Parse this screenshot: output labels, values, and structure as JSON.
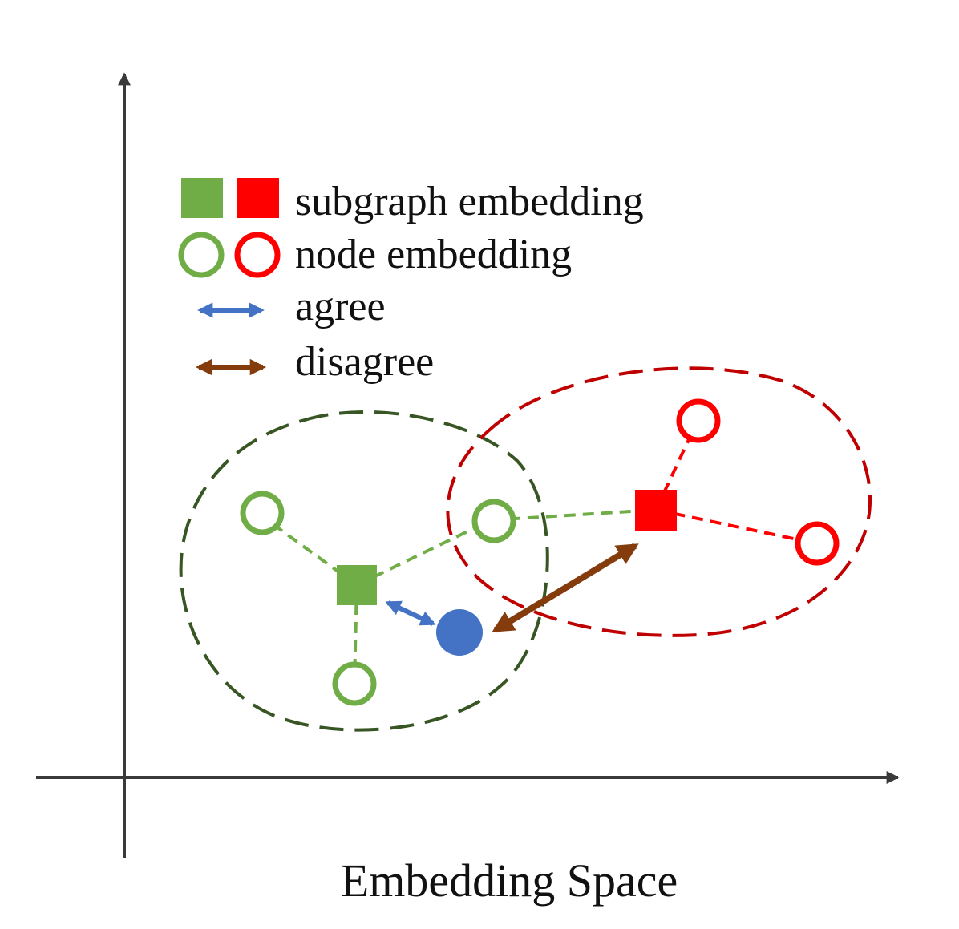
{
  "legend": {
    "subgraph_label": "subgraph embedding",
    "node_label": "node embedding",
    "agree_label": "agree",
    "disagree_label": "disagree"
  },
  "caption": "Embedding Space",
  "colors": {
    "axis": "#3a3a3a",
    "green_fill": "#70ad47",
    "green_cluster": "#375623",
    "red_fill": "#ff0000",
    "red_cluster": "#c00000",
    "agree": "#4472c4",
    "disagree": "#843c0c",
    "query_node": "#4472c4"
  }
}
